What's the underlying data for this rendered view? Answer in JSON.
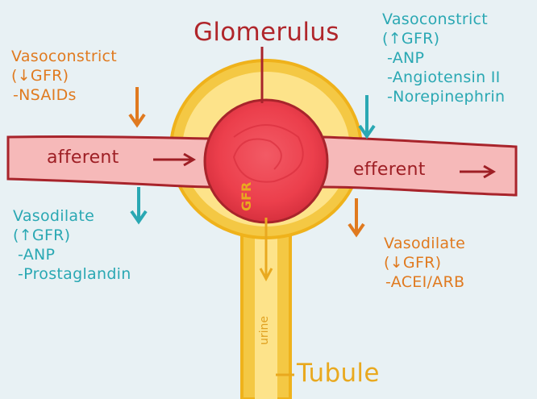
{
  "title": "Glomerulus",
  "afferent_label": "afferent",
  "efferent_label": "efferent",
  "gfr_label": "GFR",
  "urine_label": "urine",
  "tubule_label": "Tubule",
  "notes": {
    "top_left": {
      "heading": "Vasoconstrict",
      "effect": "(↓GFR)",
      "items": [
        "-NSAIDs"
      ]
    },
    "top_right": {
      "heading": "Vasoconstrict",
      "effect": "(↑GFR)",
      "items": [
        "-ANP",
        "-Angiotensin II",
        "-Norepinephrin"
      ]
    },
    "bottom_left": {
      "heading": "Vasodilate",
      "effect": "(↑GFR)",
      "items": [
        "-ANP",
        "-Prostaglandin"
      ]
    },
    "bottom_right": {
      "heading": "Vasodilate",
      "effect": "(↓GFR)",
      "items": [
        "-ACEI/ARB"
      ]
    }
  },
  "colors": {
    "background": "#e8f1f4",
    "vessel_fill": "#f6b9b9",
    "vessel_outline": "#a8242b",
    "capsule_fill": "#fde38a",
    "capsule_outline": "#efb21b",
    "glomerulus_fill": "#ef4a55",
    "orange": "#e07a1f",
    "teal": "#2aa8b3"
  }
}
